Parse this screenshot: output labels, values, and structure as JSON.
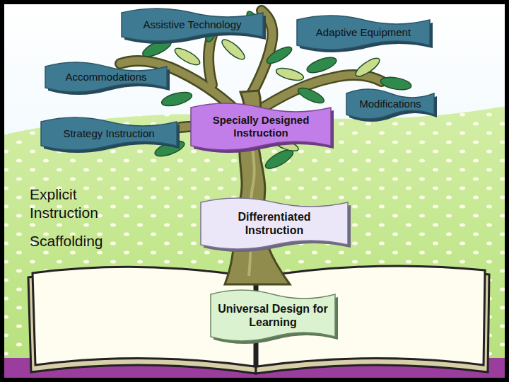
{
  "diagram": {
    "nodes": [
      {
        "text": [
          "Assistive Technology"
        ]
      },
      {
        "text": [
          "Adaptive Equipment"
        ]
      },
      {
        "text": [
          "Accommodations"
        ]
      },
      {
        "text": [
          "Modifications"
        ]
      },
      {
        "text": [
          "Strategy Instruction"
        ]
      },
      {
        "text": [
          "Specially Designed Instruction"
        ]
      },
      {
        "text": [
          "Differentiated Instruction"
        ]
      },
      {
        "text": [
          "Universal Design for Learning"
        ]
      }
    ],
    "labels": [
      "Explicit Instruction",
      "Scaffolding"
    ]
  }
}
